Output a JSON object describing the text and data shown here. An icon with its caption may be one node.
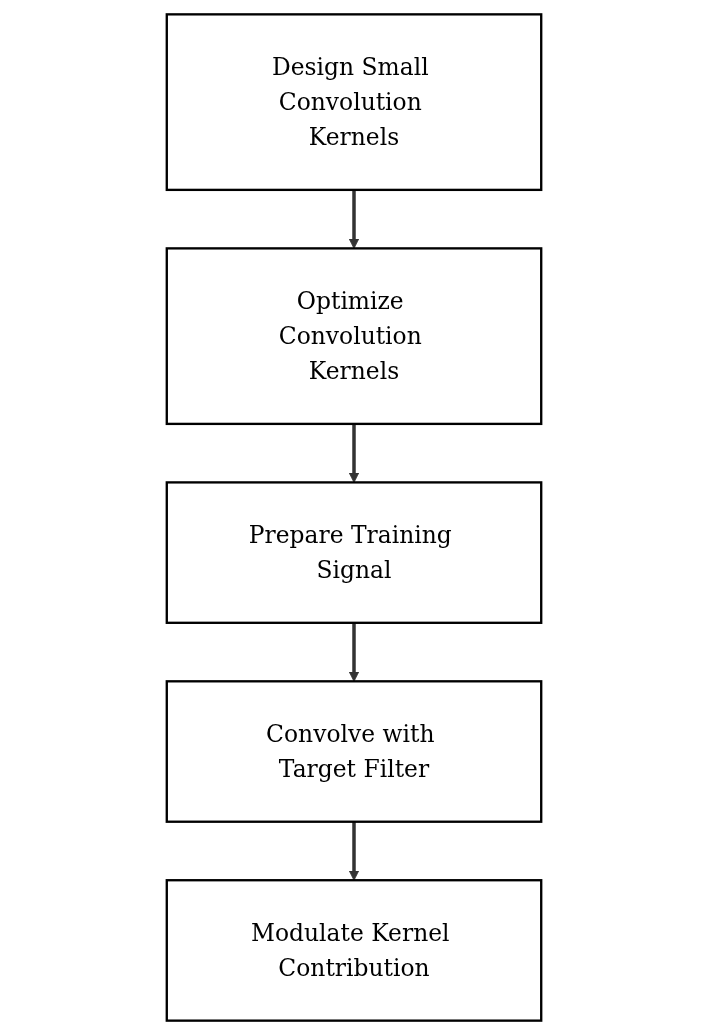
{
  "diagram": {
    "nodes": [
      {
        "text": [
          "Design Small Convolution Kernels"
        ]
      },
      {
        "text": [
          "Optimize Convolution Kernels"
        ]
      },
      {
        "text": [
          "Prepare Training Signal"
        ]
      },
      {
        "text": [
          "Convolve with Target Filter"
        ]
      },
      {
        "text": [
          "Modulate Kernel Contribution"
        ]
      }
    ],
    "edges": [
      {
        "from": 0,
        "to": 1,
        "arrow": "to"
      },
      {
        "from": 1,
        "to": 2,
        "arrow": "to"
      },
      {
        "from": 2,
        "to": 3,
        "arrow": "to"
      },
      {
        "from": 3,
        "to": 4,
        "arrow": "to"
      }
    ]
  }
}
